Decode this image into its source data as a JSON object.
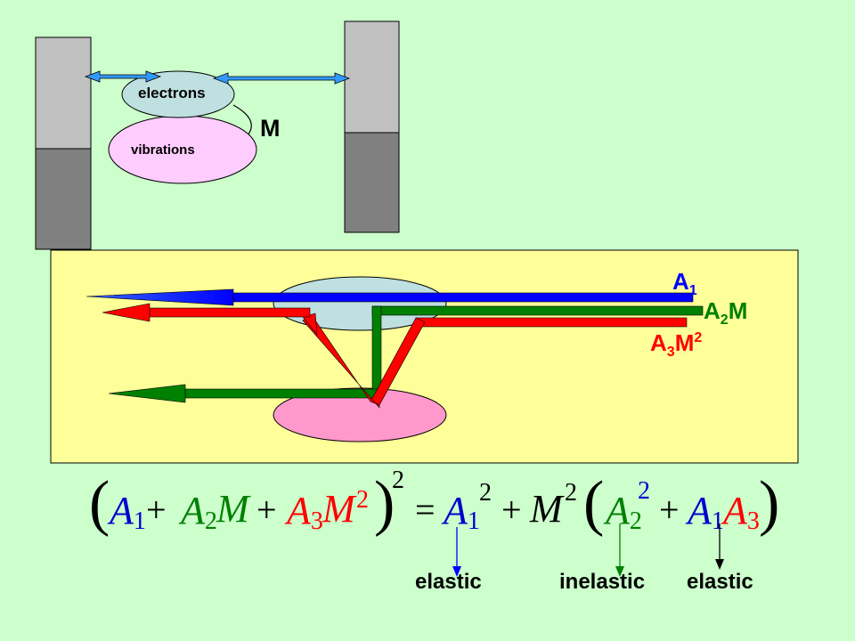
{
  "labels": {
    "electrons": "electrons",
    "vibrations": "vibrations",
    "coupling": "M",
    "a1": {
      "base": "A",
      "sub": "1"
    },
    "a2m": {
      "base": "A",
      "sub": "2",
      "tail": "M"
    },
    "a3m2": {
      "base": "A",
      "sub": "3",
      "tail": "M",
      "sup": "2"
    }
  },
  "equation": {
    "A": "A",
    "M": "M",
    "one": "1",
    "two": "2",
    "three": "3",
    "plus": "+",
    "equals": "=",
    "lparen": "(",
    "rparen": ")"
  },
  "annotations": {
    "elastic_1": "elastic",
    "inelastic": "inelastic",
    "elastic_2": "elastic"
  },
  "colors": {
    "background": "#ccffcc",
    "panel": "#ffff99",
    "electrons": "#bfe0e0",
    "vibrations": "#ff99cc",
    "vibrations_top": "#ffccff",
    "electrode_light": "#c0c0c0",
    "electrode_dark": "#808080",
    "path_blue": "#0000ff",
    "path_green": "#008000",
    "path_red": "#ff0000",
    "eq_blue": "#0000cc",
    "eq_green": "#008000",
    "eq_red": "#ff0000"
  }
}
